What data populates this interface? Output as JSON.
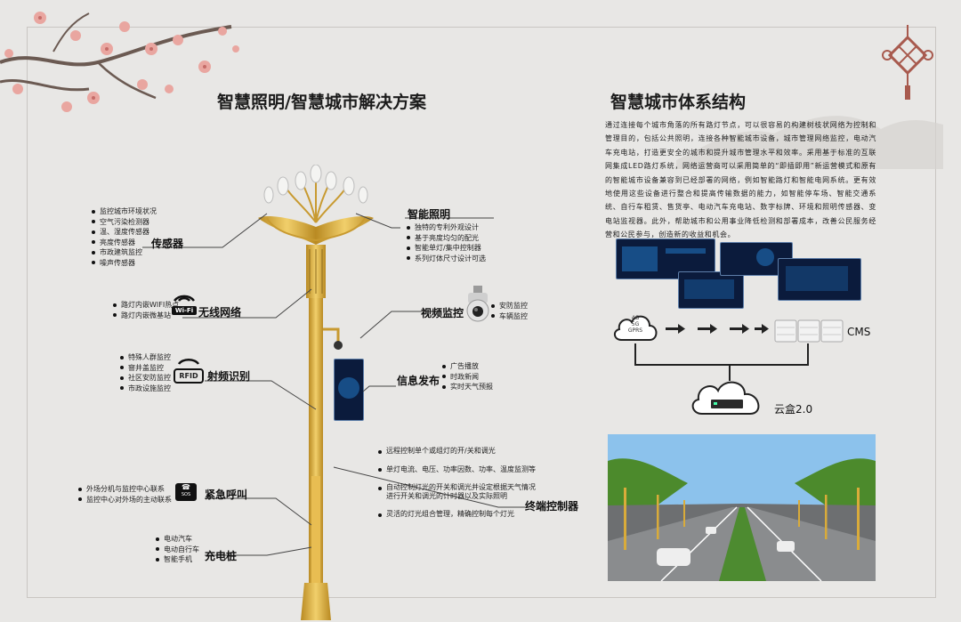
{
  "titles": {
    "left": "智慧照明/智慧城市解决方案",
    "right": "智慧城市体系结构"
  },
  "description": "通过连接每个城市角落的所有路灯节点，可以很容易的构建树枝状网络为控制和管理目的，包括公共照明，连接各种智能城市设备，城市管理网络监控，电动汽车充电站，打造更安全的城市和提升城市管理水平和效率。采用基于标准的互联网集成LED路灯系统，网络运营商可以采用简单的“即插即用”新运营模式和原有的智能城市设备兼容到已经部署的网络，例如智能路灯和智能电网系统。更有效地使用这些设备进行整合和提高传输数据的能力，如智能停车场、智能交通系统、自行车租赁、售货亭、电动汽车充电站、数字标牌、环境和照明传感器、变电站监视器。此外，帮助城市和公用事业降低检测和部署成本，改善公民服务经营和公民参与，创造新的收益和机会。",
  "features": {
    "sensor": {
      "label": "传感器",
      "items": [
        "监控城市环境状况",
        "空气污染检测器",
        "温、湿度传感器",
        "亮度传感器",
        "市政建筑监控",
        "噪声传感器"
      ]
    },
    "lighting": {
      "label": "智能照明",
      "items": [
        "独特的专利外观设计",
        "基于亮度均匀的配光",
        "智能单灯/集中控制器",
        "系列灯体尺寸设计可选"
      ]
    },
    "wifi": {
      "label": "无线网络",
      "icon_text": "Wi-Fi",
      "items": [
        "路灯内嵌WIFI热点",
        "路灯内嵌微基站"
      ]
    },
    "video": {
      "label": "视频监控",
      "items": [
        "安防监控",
        "车辆监控"
      ]
    },
    "rfid": {
      "label": "射频识别",
      "icon_text": "RFID",
      "items": [
        "特殊人群监控",
        "窨井盖监控",
        "社区安防监控",
        "市政设施监控"
      ]
    },
    "info": {
      "label": "信息发布",
      "items": [
        "广告播放",
        "时政新闻",
        "实时天气预报"
      ]
    },
    "controller": {
      "label": "终端控制器",
      "items": [
        "远程控制单个或组灯的开/关和调光",
        "单灯电流、电压、功率因数、功率、温度监测等",
        "自动控制灯光的开关和调光并设定根据天气情况进行开关和调光的计时器以及实际照明",
        "灵活的灯光组合管理，精确控制每个灯光"
      ]
    },
    "emergency": {
      "label": "紧急呼叫",
      "icon_text": "SOS",
      "items": [
        "外场分机与监控中心联系",
        "监控中心对外场的主动联系"
      ]
    },
    "charging": {
      "label": "充电桩",
      "items": [
        "电动汽车",
        "电动自行车",
        "智能手机"
      ]
    }
  },
  "architecture": {
    "cloud_labels": [
      "4G",
      "5G",
      "GPRS"
    ],
    "cms": "CMS",
    "cloud_box": "云盒2.0"
  },
  "colors": {
    "background": "#e8e7e5",
    "gold": "#d9ab3a",
    "blossom": "#e9a6a0",
    "knot": "#a85a4e"
  }
}
